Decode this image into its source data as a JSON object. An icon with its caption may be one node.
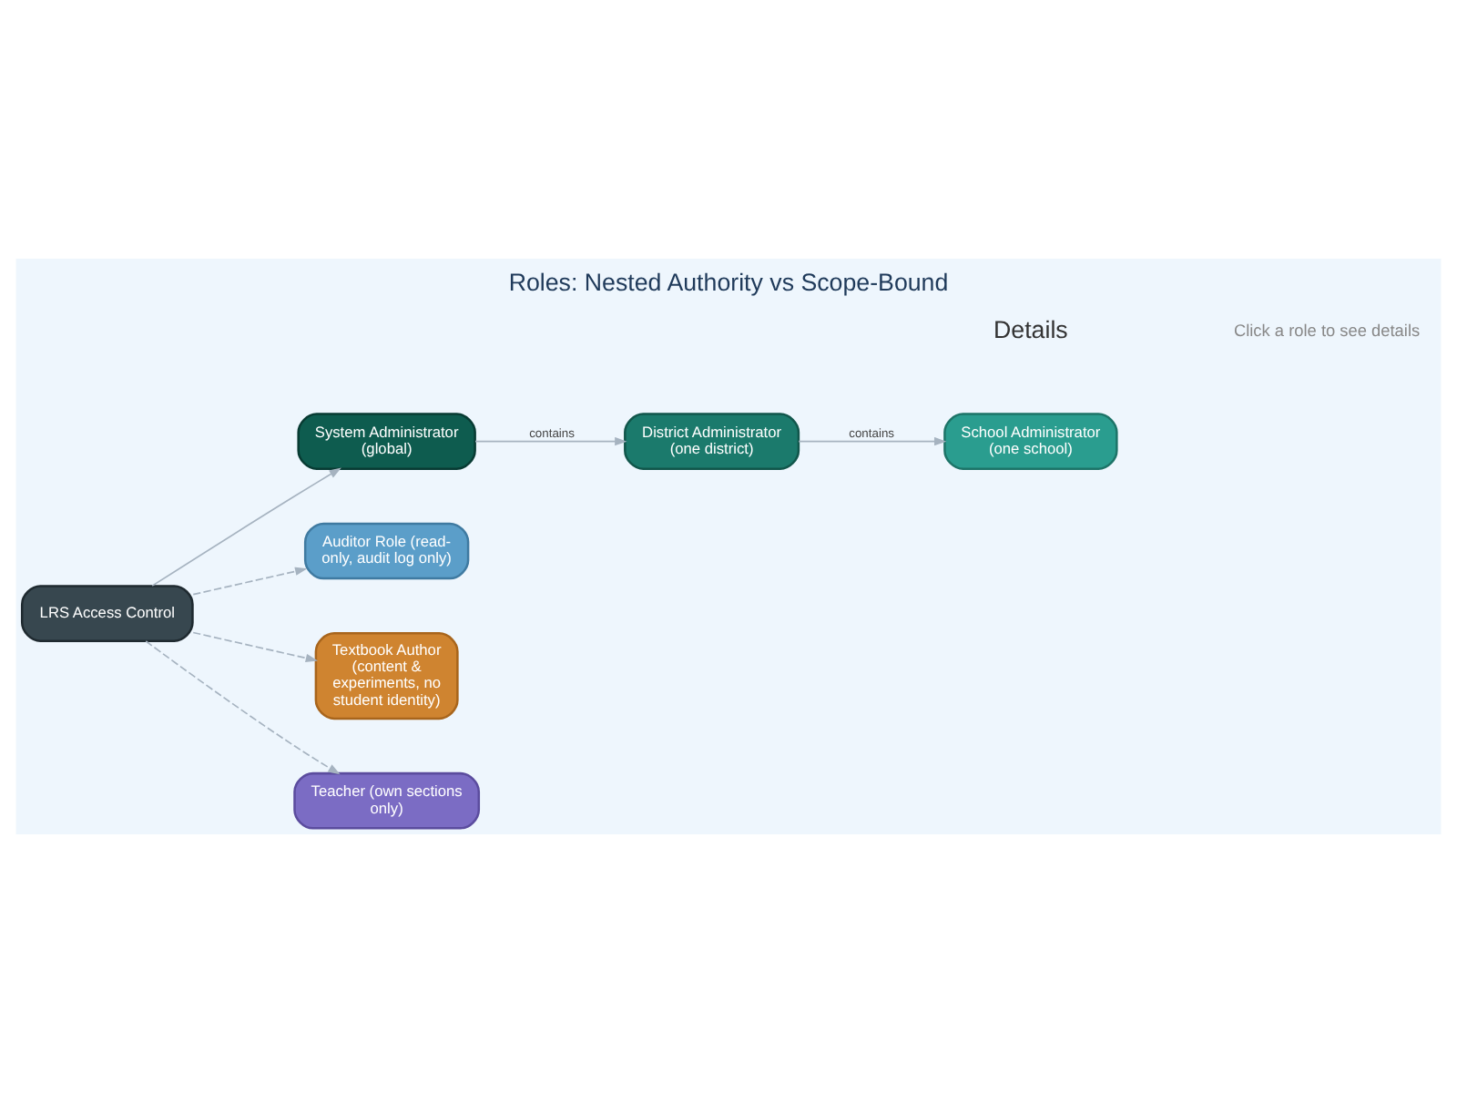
{
  "diagram": {
    "title": "Roles: Nested Authority vs Scope-Bound",
    "nodes": [
      {
        "text": [
          "LRS Access Control"
        ]
      },
      {
        "text": [
          "System Administrator (global)"
        ]
      },
      {
        "text": [
          "District Administrator (one district)"
        ]
      },
      {
        "text": [
          "School Administrator (one school)"
        ]
      },
      {
        "text": [
          "Auditor Role (read-only, audit log only)"
        ]
      },
      {
        "text": [
          "Textbook Author (content & experiments, no student identity)"
        ]
      },
      {
        "text": [
          "Teacher (own sections only)"
        ]
      }
    ],
    "edges": [
      {
        "from": 0,
        "to": 1,
        "arrow": "to"
      },
      {
        "from": 1,
        "to": 2,
        "arrow": "to",
        "label": "contains"
      },
      {
        "from": 2,
        "to": 3,
        "arrow": "to",
        "label": "contains"
      },
      {
        "from": 0,
        "to": 4,
        "arrow": "to",
        "style": "dashed"
      },
      {
        "from": 0,
        "to": 5,
        "arrow": "to",
        "style": "dashed"
      },
      {
        "from": 0,
        "to": 6,
        "arrow": "to",
        "style": "dashed"
      }
    ],
    "labels": [
      "Details",
      "Click a role to see details"
    ]
  }
}
